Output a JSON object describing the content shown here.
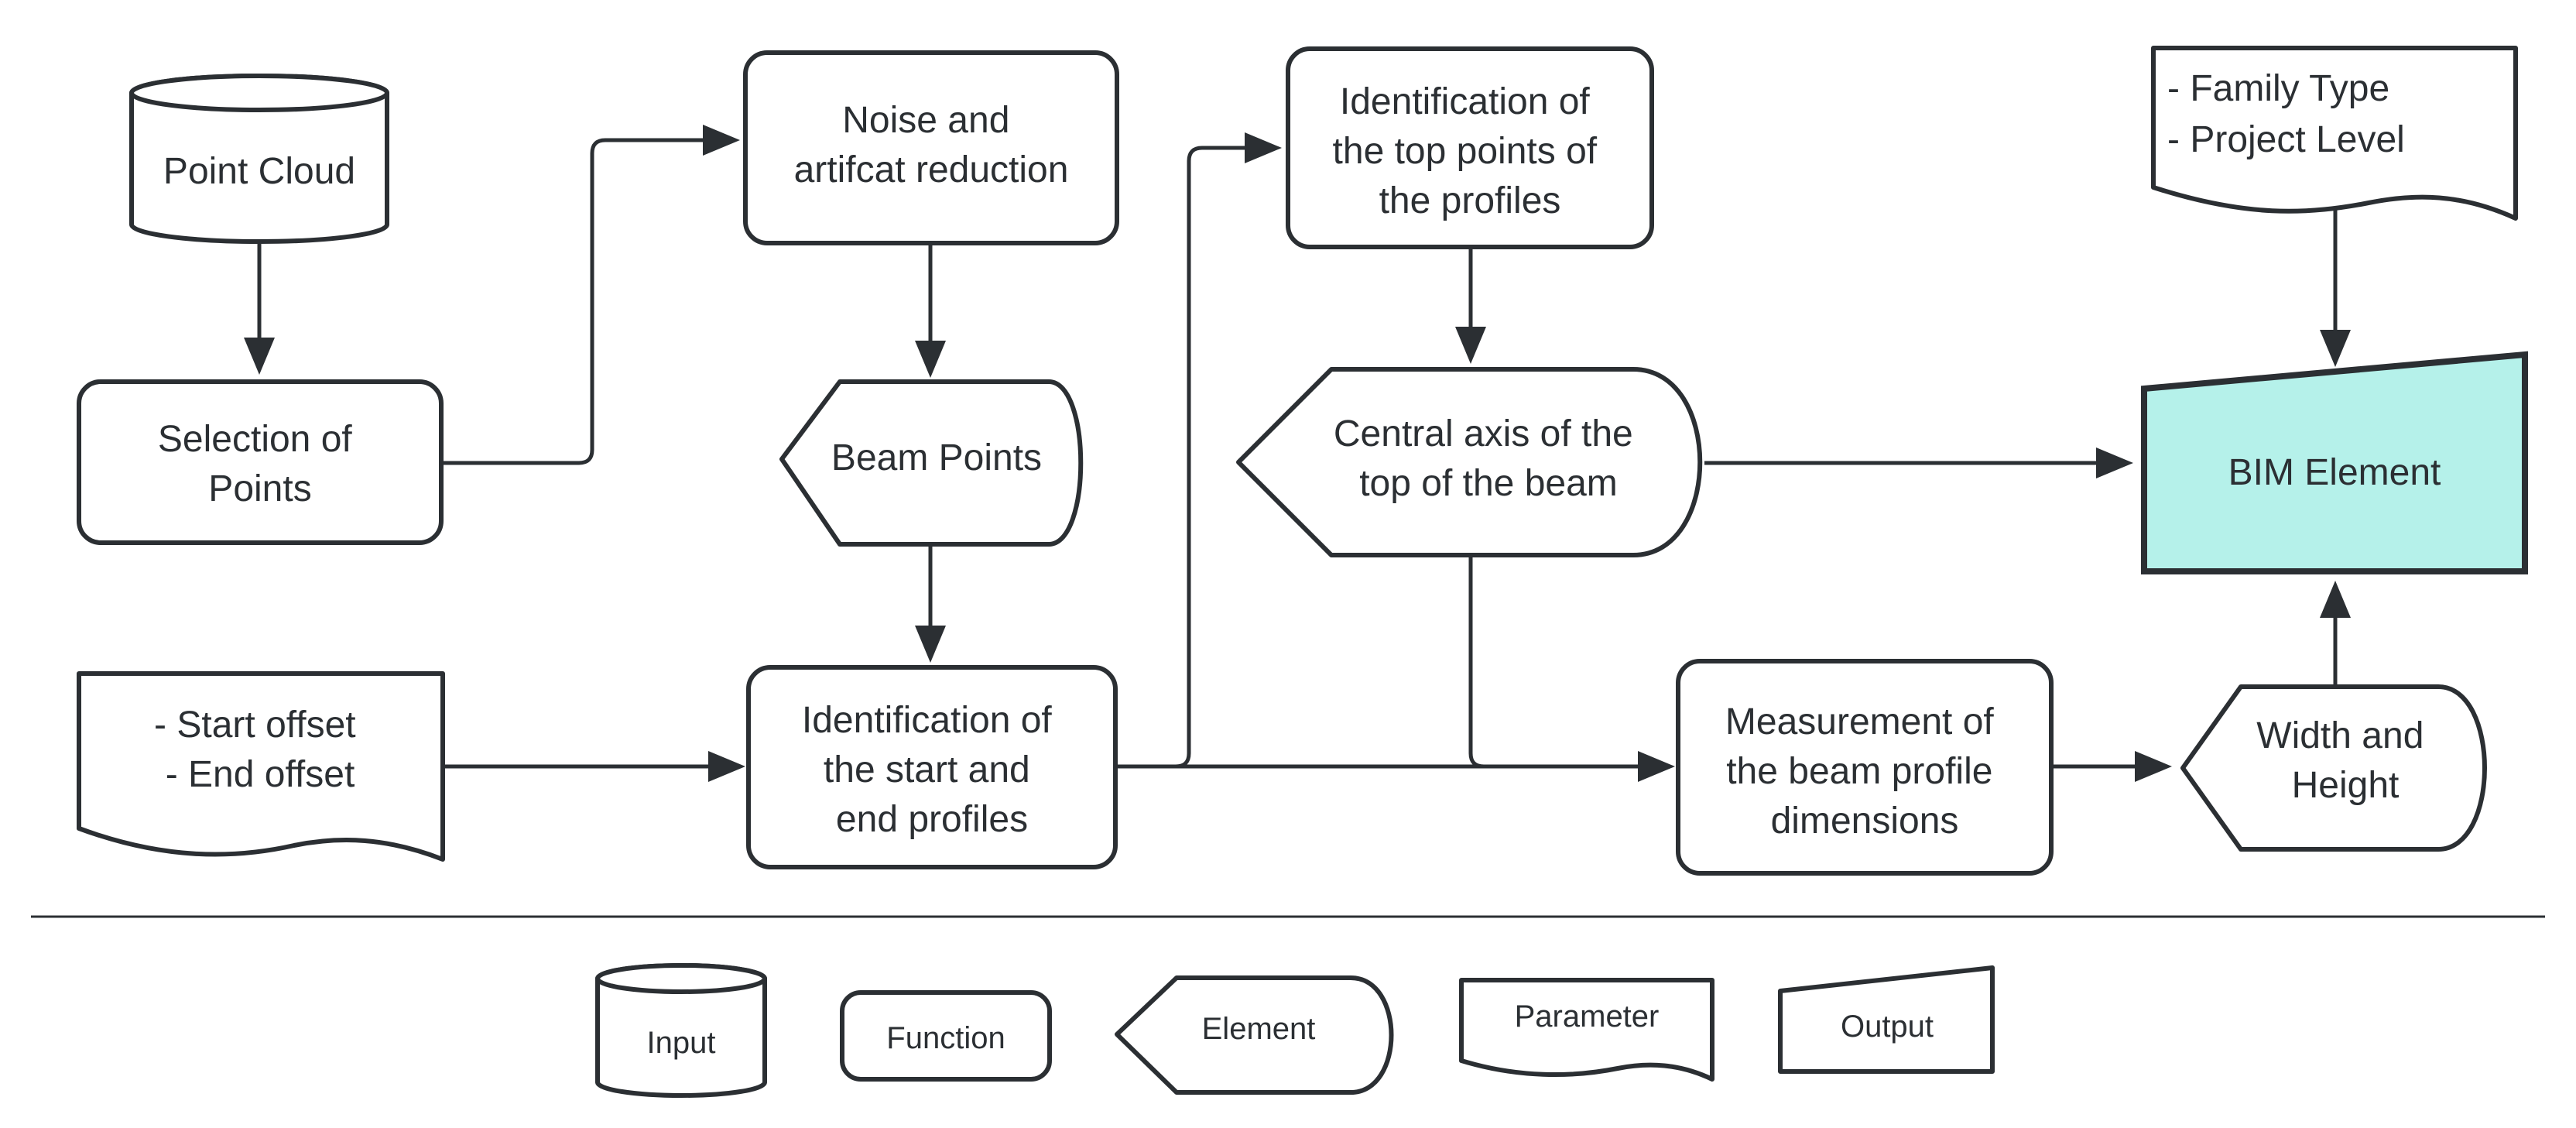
{
  "nodes": {
    "point_cloud": "Point Cloud",
    "selection": [
      "Selection of",
      "Points"
    ],
    "noise": [
      "Noise and",
      "artifcat reduction"
    ],
    "beam_points": "Beam Points",
    "top_points": [
      "Identification of",
      "the top points of",
      "the profiles"
    ],
    "central_axis": [
      "Central axis of the",
      "top of the beam"
    ],
    "family": [
      "- Family Type",
      "- Project Level"
    ],
    "bim": "BIM Element",
    "offsets": [
      "- Start offset",
      "- End offset"
    ],
    "start_end": [
      "Identification of",
      "the start and",
      "end profiles"
    ],
    "measurement": [
      "Measurement of",
      "the beam profile",
      "dimensions"
    ],
    "width_height": [
      "Width and",
      "Height"
    ]
  },
  "legend": {
    "input": "Input",
    "function": "Function",
    "element": "Element",
    "parameter": "Parameter",
    "output": "Output"
  },
  "colors": {
    "stroke": "#2b2f33",
    "output_fill": "#b5f1ea",
    "background": "#ffffff"
  }
}
